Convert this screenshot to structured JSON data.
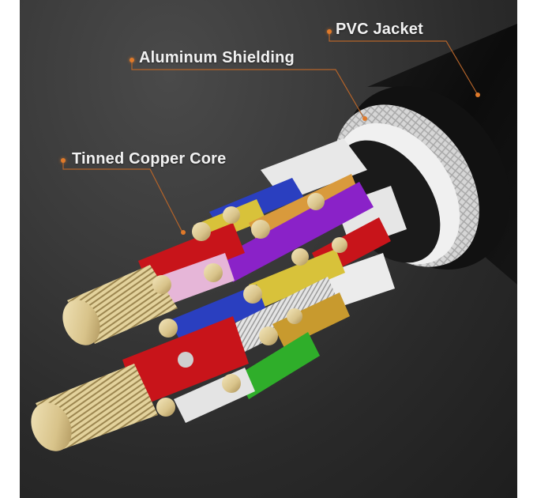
{
  "image": {
    "subject": "Cable cross-section infographic",
    "background_color": "#333333",
    "accent_color": "#e07a2a",
    "label_color": "#f2f2f2"
  },
  "labels": [
    {
      "id": "pvc-jacket",
      "text": "PVC Jacket"
    },
    {
      "id": "aluminum-shielding",
      "text": "Aluminum Shielding"
    },
    {
      "id": "tinned-copper-core",
      "text": "Tinned Copper Core"
    }
  ],
  "wire_colors": {
    "red": "#c8141a",
    "blue": "#2a3fc0",
    "yellow": "#d8c23a",
    "orange": "#d99a3c",
    "purple": "#8a22c8",
    "pink": "#e6b6d8",
    "green": "#2fae2a",
    "white": "#e8e8e8",
    "copper": "#e8d6a0"
  }
}
